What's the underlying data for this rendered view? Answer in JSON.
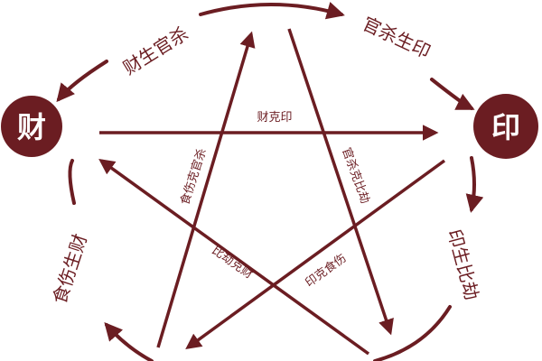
{
  "colors": {
    "primary": "#6b1d22",
    "background": "#ffffff",
    "node_text": "#ffffff"
  },
  "nodes": {
    "cai": "财",
    "yin": "印"
  },
  "cycle_labels": {
    "cai_sheng_guansha": "财生官杀",
    "guansha_sheng_yin": "官杀生印",
    "yin_sheng_bijie": "印生比劫",
    "shishang_sheng_cai": "食伤生财"
  },
  "restraint_labels": {
    "cai_ke_yin": "财克印",
    "guansha_ke_bijie": "官杀克比劫",
    "yin_ke_shishang": "印克食伤",
    "bijie_ke_cai": "比劫克财",
    "shishang_ke_guansha": "食伤克官杀"
  }
}
